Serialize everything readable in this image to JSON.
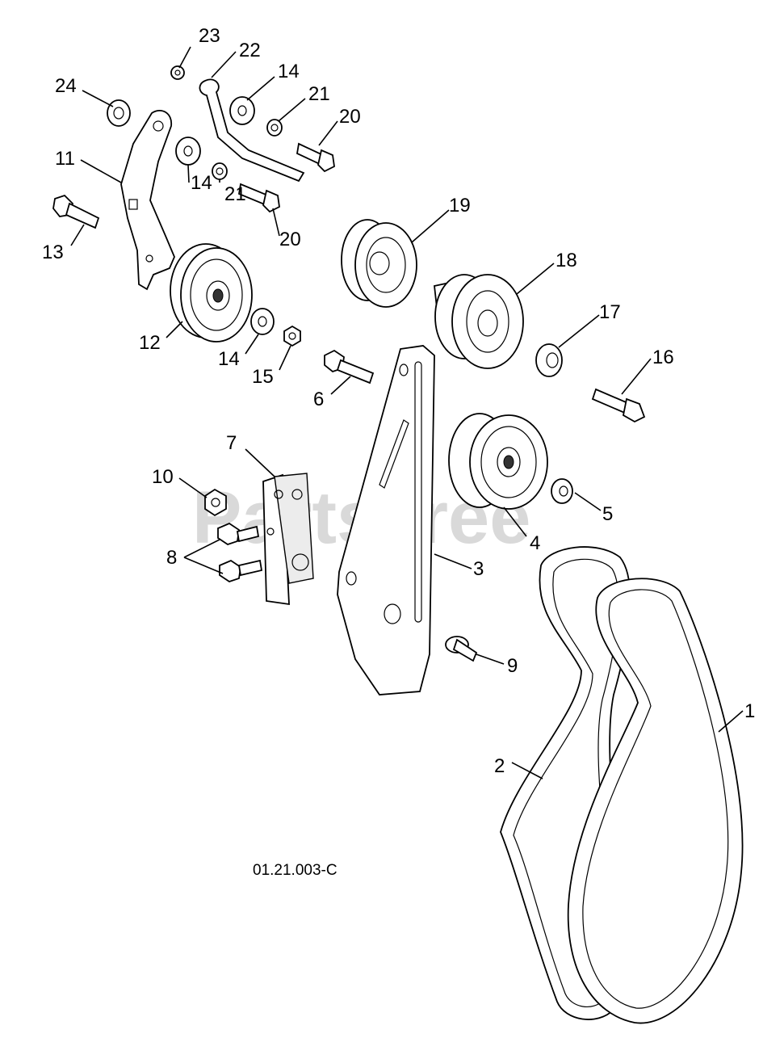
{
  "watermark": "PartsTree",
  "drawing_code": "01.21.003-C",
  "callouts": {
    "c1": "1",
    "c2": "2",
    "c3": "3",
    "c4": "4",
    "c5": "5",
    "c6": "6",
    "c7": "7",
    "c8": "8",
    "c9": "9",
    "c10": "10",
    "c11": "11",
    "c12": "12",
    "c13": "13",
    "c14a": "14",
    "c14b": "14",
    "c14c": "14",
    "c15": "15",
    "c16": "16",
    "c17": "17",
    "c18": "18",
    "c19": "19",
    "c20a": "20",
    "c20b": "20",
    "c21a": "21",
    "c21b": "21",
    "c22": "22",
    "c23": "23",
    "c24": "24"
  }
}
